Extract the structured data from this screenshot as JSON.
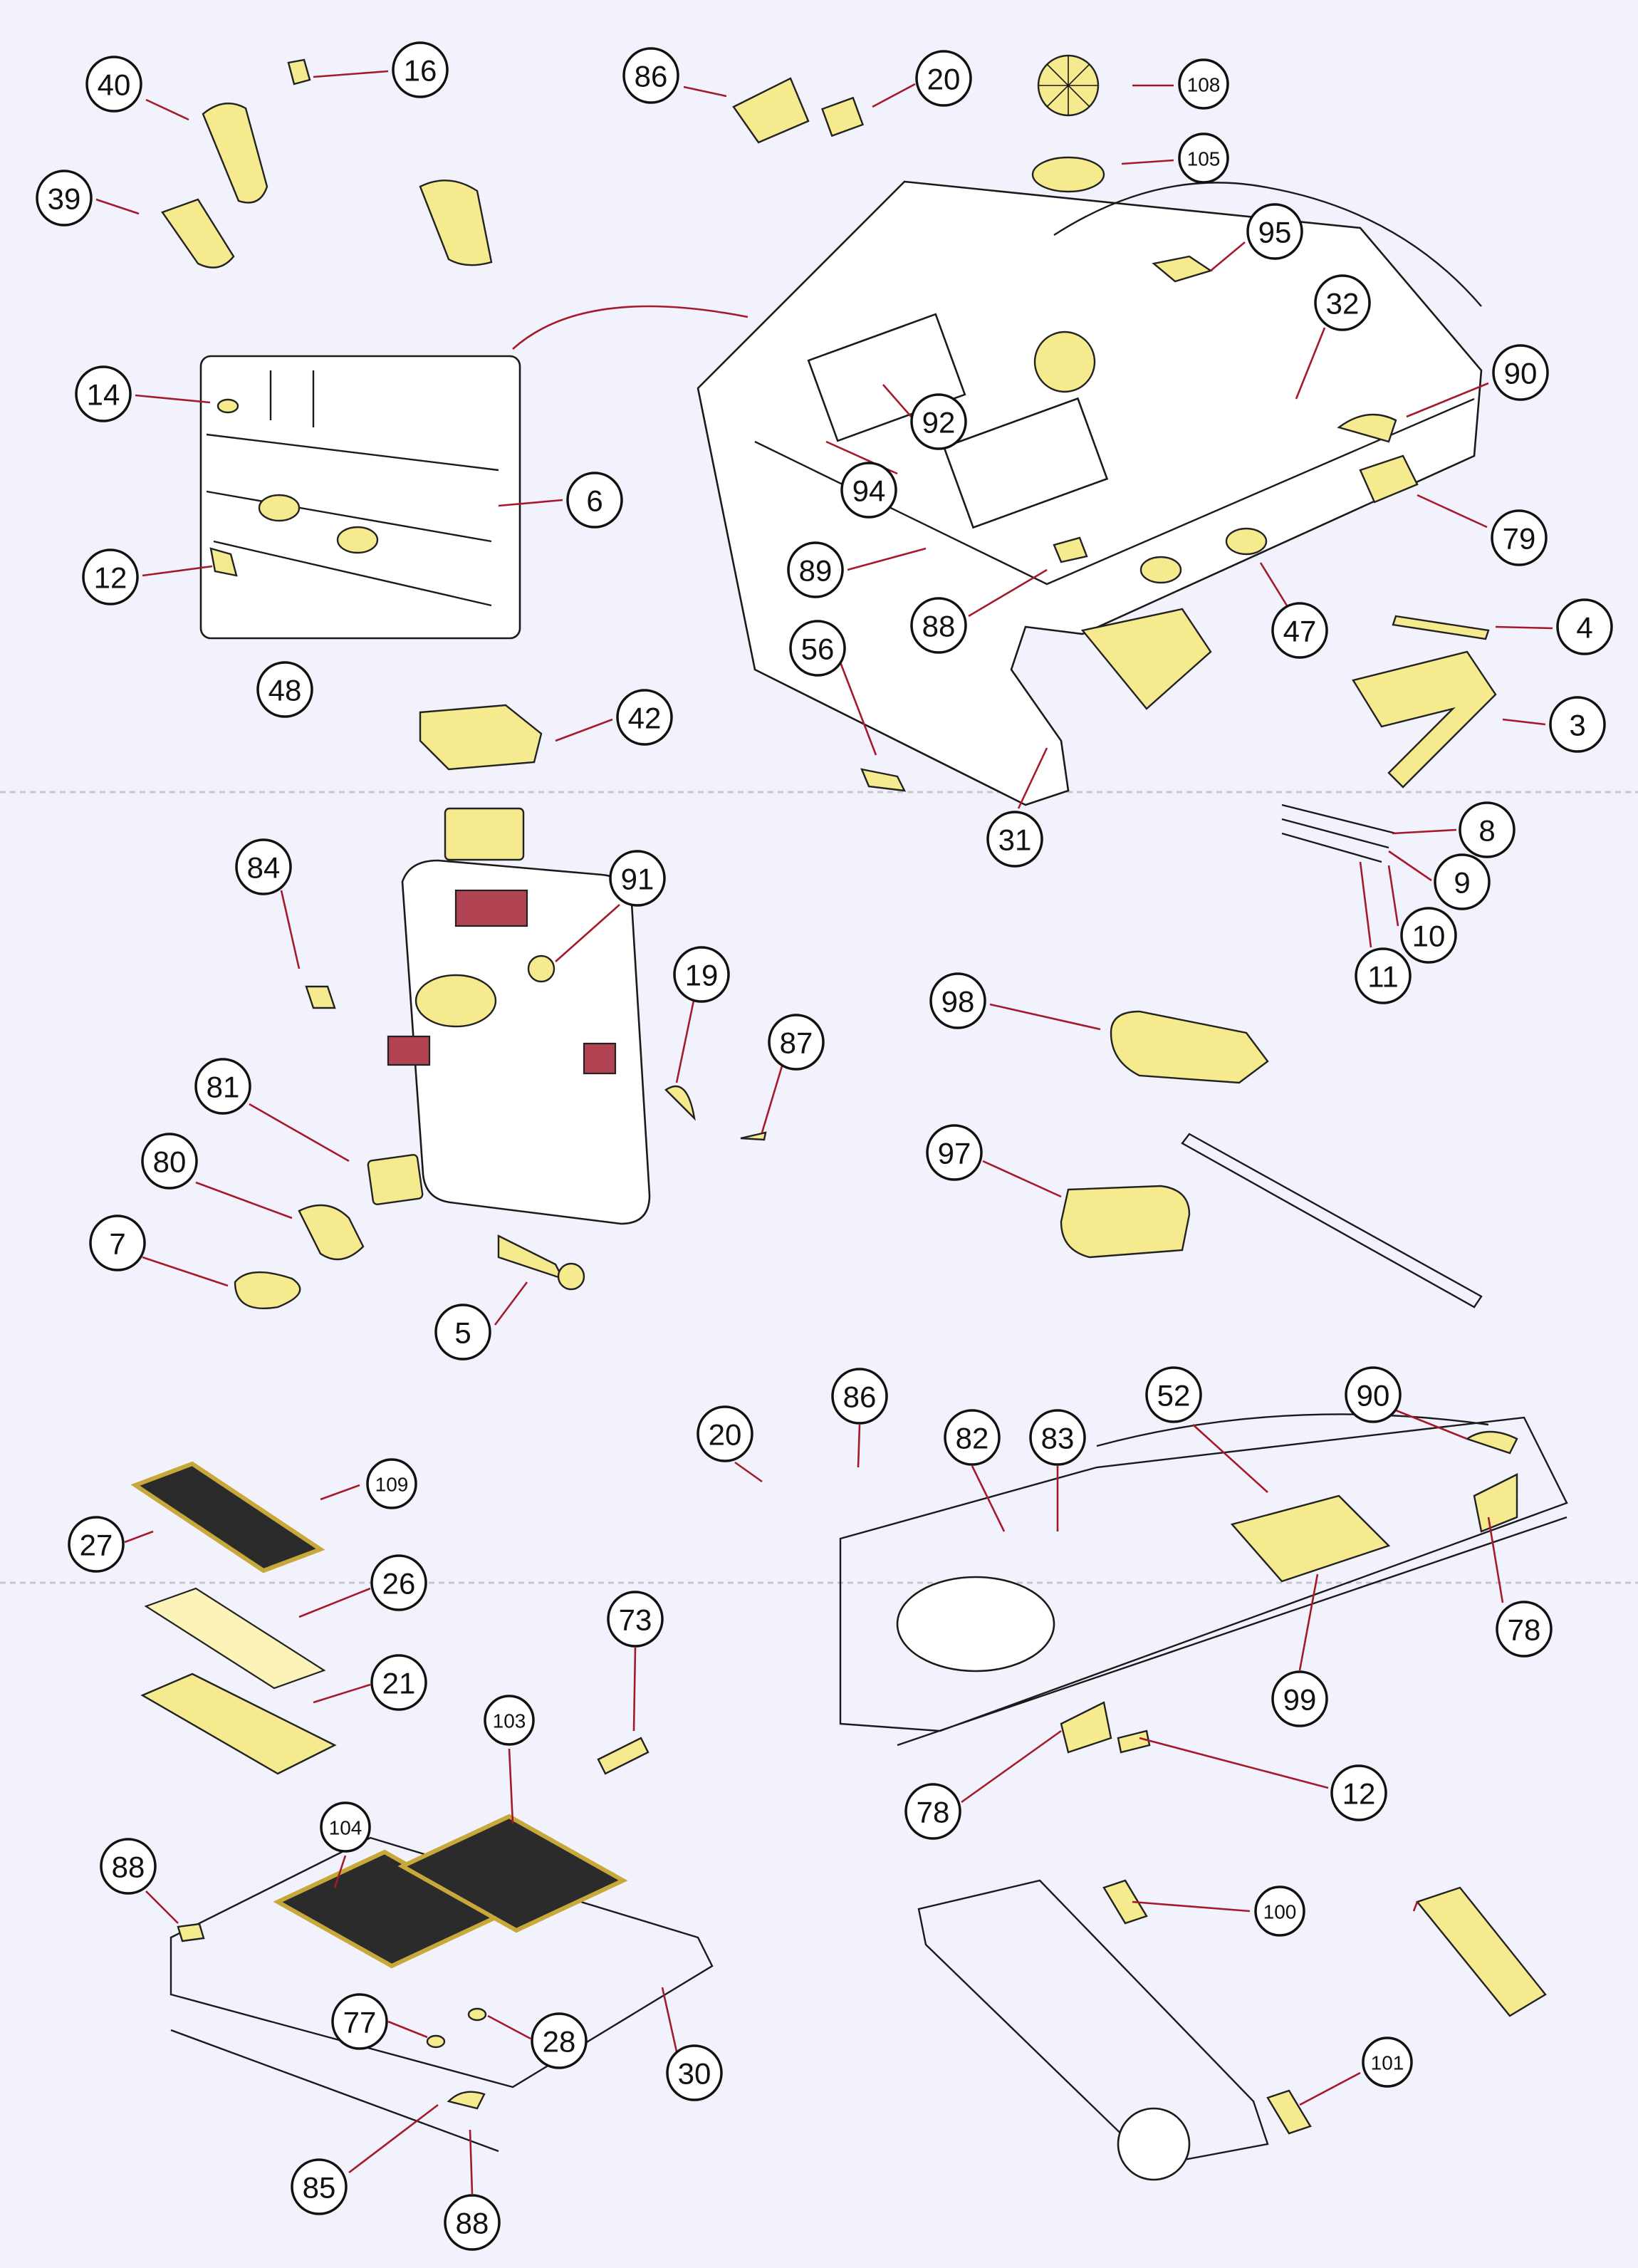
{
  "colors": {
    "paper": "#f1f2fb",
    "photo_etch": "#f6ea8f",
    "resin_part": "#b24352",
    "leader_line": "#a5192a",
    "line_art": "#1a1a1a"
  },
  "callouts": [
    {
      "id": "c40",
      "label": "40"
    },
    {
      "id": "c16",
      "label": "16"
    },
    {
      "id": "c39",
      "label": "39"
    },
    {
      "id": "c86a",
      "label": "86"
    },
    {
      "id": "c20a",
      "label": "20"
    },
    {
      "id": "c108",
      "label": "108"
    },
    {
      "id": "c105",
      "label": "105"
    },
    {
      "id": "c95",
      "label": "95"
    },
    {
      "id": "c32",
      "label": "32"
    },
    {
      "id": "c14",
      "label": "14"
    },
    {
      "id": "c6",
      "label": "6"
    },
    {
      "id": "c12a",
      "label": "12"
    },
    {
      "id": "c48",
      "label": "48"
    },
    {
      "id": "c90a",
      "label": "90"
    },
    {
      "id": "c92",
      "label": "92"
    },
    {
      "id": "c94",
      "label": "94"
    },
    {
      "id": "c89",
      "label": "89"
    },
    {
      "id": "c88a",
      "label": "88"
    },
    {
      "id": "c79",
      "label": "79"
    },
    {
      "id": "c47",
      "label": "47"
    },
    {
      "id": "c4",
      "label": "4"
    },
    {
      "id": "c56",
      "label": "56"
    },
    {
      "id": "c3",
      "label": "3"
    },
    {
      "id": "c42",
      "label": "42"
    },
    {
      "id": "c31",
      "label": "31"
    },
    {
      "id": "c8",
      "label": "8"
    },
    {
      "id": "c9",
      "label": "9"
    },
    {
      "id": "c10",
      "label": "10"
    },
    {
      "id": "c11",
      "label": "11"
    },
    {
      "id": "c84",
      "label": "84"
    },
    {
      "id": "c91",
      "label": "91"
    },
    {
      "id": "c19",
      "label": "19"
    },
    {
      "id": "c87",
      "label": "87"
    },
    {
      "id": "c81",
      "label": "81"
    },
    {
      "id": "c80",
      "label": "80"
    },
    {
      "id": "c7",
      "label": "7"
    },
    {
      "id": "c5",
      "label": "5"
    },
    {
      "id": "c98",
      "label": "98"
    },
    {
      "id": "c97",
      "label": "97"
    },
    {
      "id": "c109",
      "label": "109"
    },
    {
      "id": "c27",
      "label": "27"
    },
    {
      "id": "c26",
      "label": "26"
    },
    {
      "id": "c21",
      "label": "21"
    },
    {
      "id": "c73",
      "label": "73"
    },
    {
      "id": "c103",
      "label": "103"
    },
    {
      "id": "c104",
      "label": "104"
    },
    {
      "id": "c88b",
      "label": "88"
    },
    {
      "id": "c77",
      "label": "77"
    },
    {
      "id": "c28",
      "label": "28"
    },
    {
      "id": "c30",
      "label": "30"
    },
    {
      "id": "c85",
      "label": "85"
    },
    {
      "id": "c88c",
      "label": "88"
    },
    {
      "id": "c20b",
      "label": "20"
    },
    {
      "id": "c86b",
      "label": "86"
    },
    {
      "id": "c82",
      "label": "82"
    },
    {
      "id": "c83",
      "label": "83"
    },
    {
      "id": "c52",
      "label": "52"
    },
    {
      "id": "c90b",
      "label": "90"
    },
    {
      "id": "c78a",
      "label": "78"
    },
    {
      "id": "c99",
      "label": "99"
    },
    {
      "id": "c12b",
      "label": "12"
    },
    {
      "id": "c78b",
      "label": "78"
    },
    {
      "id": "c100",
      "label": "100"
    },
    {
      "id": "c101",
      "label": "101"
    }
  ]
}
